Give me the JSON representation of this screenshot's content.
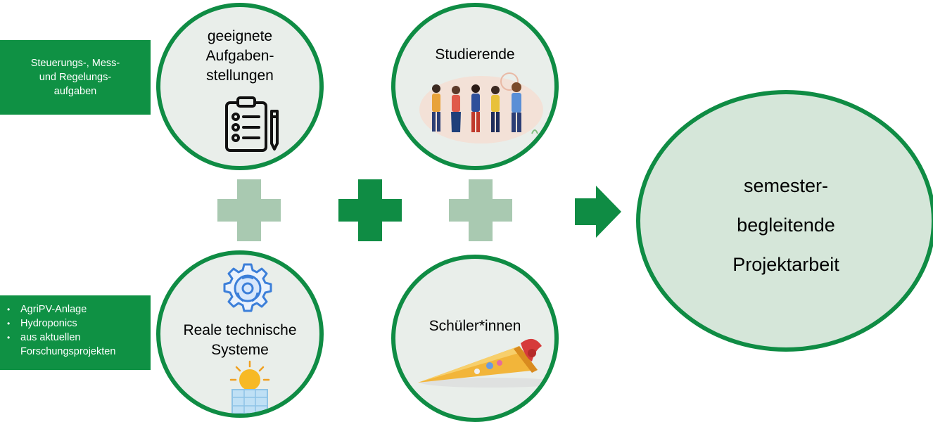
{
  "boxes": {
    "tasks": {
      "lines": [
        "Steuerungs-, Mess-",
        "und Regelungs-",
        "aufgaben"
      ]
    },
    "systems": {
      "items": [
        "AgriPV-Anlage",
        "Hydroponics",
        "aus aktuellen Forschungsprojekten"
      ]
    }
  },
  "circles": {
    "aufgaben": {
      "lines": [
        "geeignete",
        "Aufgaben-",
        "stellungen"
      ],
      "icon": "clipboard-checklist-icon"
    },
    "studierende": {
      "lines": [
        "Studierende"
      ],
      "icon": "students-group-icon"
    },
    "systeme": {
      "lines": [
        "Reale technische",
        "Systeme"
      ],
      "icons": [
        "gear-icon",
        "solar-panel-icon"
      ]
    },
    "schueler": {
      "lines": [
        "Schüler*innen"
      ],
      "icon": "school-cone-icon"
    },
    "projekt": {
      "lines": [
        "semester-",
        "begleitende",
        "Projektarbeit"
      ]
    }
  },
  "colors": {
    "accent": "#0f9144",
    "circle_border": "#0f8c44",
    "circle_fill": "#e9eeea",
    "result_fill": "#d5e6d9",
    "plus_light": "#a9c9b1",
    "plus_dark": "#0f8c44"
  }
}
